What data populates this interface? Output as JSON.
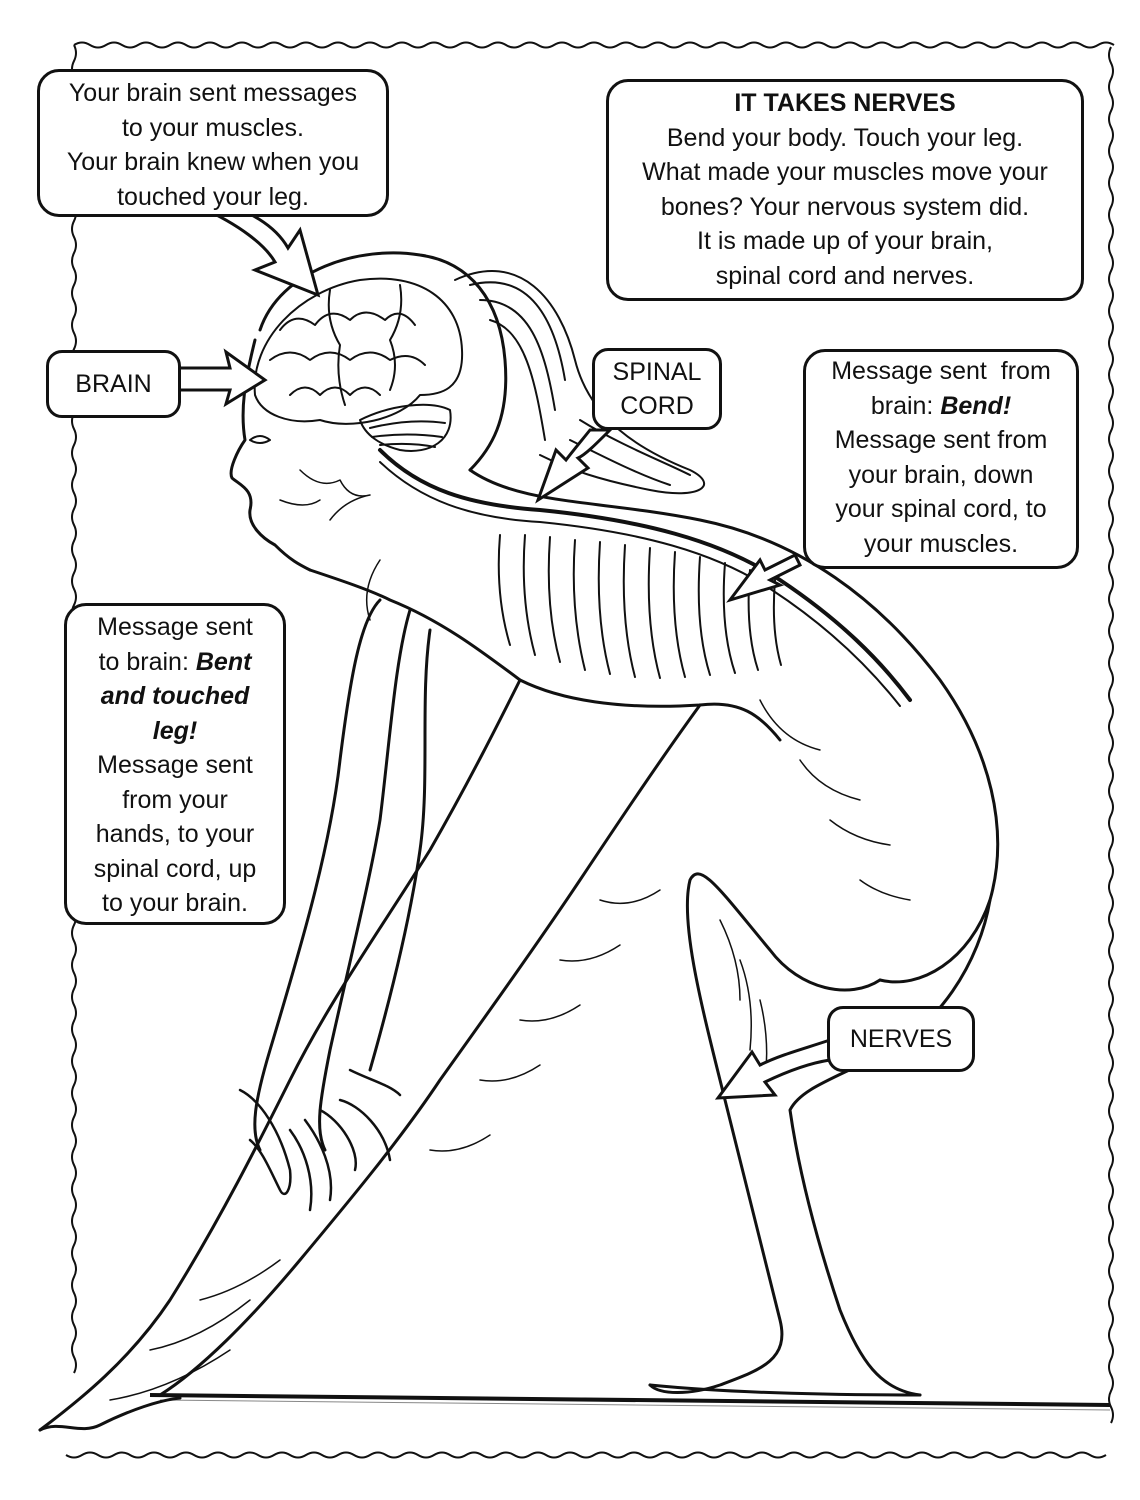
{
  "page": {
    "type": "coloring-book anatomy illustration",
    "subject": "human nervous system - figure bending to touch leg"
  },
  "callouts": {
    "brain_messages": {
      "lines": [
        "Your brain sent messages",
        "to your muscles.",
        "Your brain knew when you",
        "touched your leg."
      ]
    },
    "intro": {
      "title": "IT TAKES NERVES",
      "lines": [
        "Bend your body. Touch your leg.",
        "What made your muscles move your",
        "bones? Your nervous system did.",
        "It is made up of your brain,",
        "spinal cord and nerves."
      ]
    },
    "sent_from_brain": {
      "line1": "Message sent  from",
      "line2_prefix": "brain: ",
      "line2_emphasis": "Bend!",
      "lines": [
        "Message sent from",
        "your brain, down",
        "your spinal cord, to",
        "your muscles."
      ]
    },
    "sent_to_brain": {
      "line1": "Message sent",
      "line2_prefix": "to brain: ",
      "line2_emphasis": "Bent",
      "emphasis_lines": [
        "and touched",
        "leg!"
      ],
      "lines": [
        "Message sent",
        "from your",
        "hands, to your",
        "spinal cord, up",
        "to your brain."
      ]
    }
  },
  "labels": {
    "brain": "BRAIN",
    "spinal_cord": [
      "SPINAL",
      "CORD"
    ],
    "nerves": "NERVES"
  },
  "colors": {
    "ink": "#111111",
    "paper": "#ffffff"
  }
}
